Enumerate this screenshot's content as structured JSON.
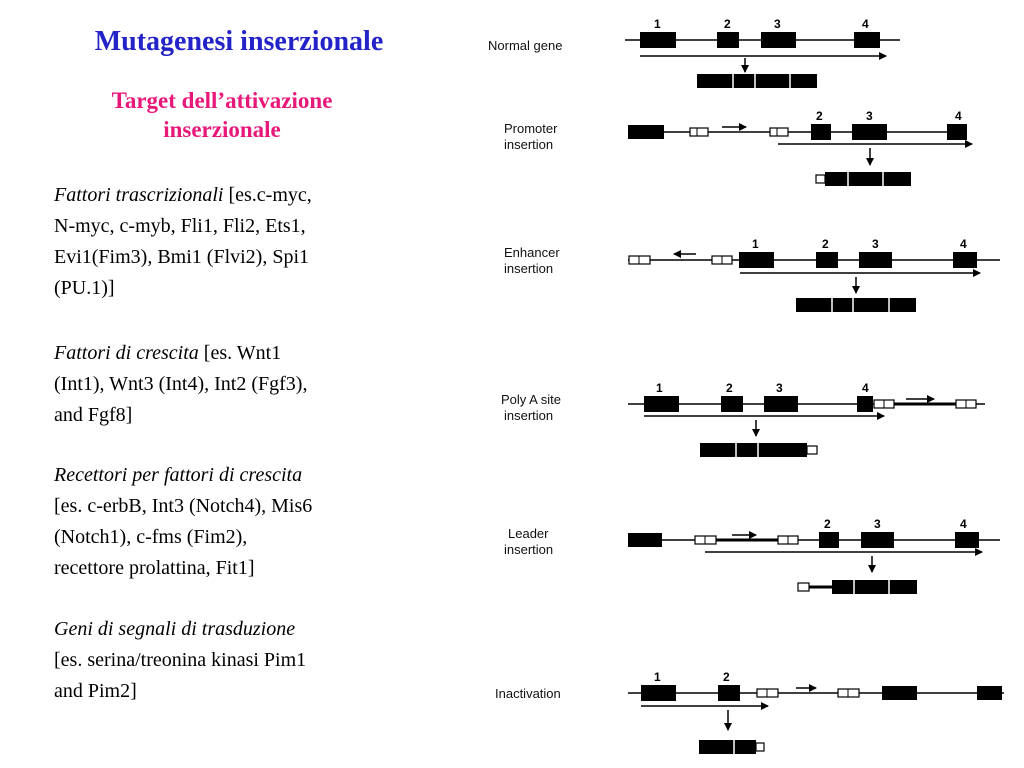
{
  "title": "Mutagenesi inserzionale",
  "subtitle_line1": "Target dell’attivazione",
  "subtitle_line2": "inserzionale",
  "paragraphs": [
    {
      "heading": "Fattori trascrizionali",
      "lines": [
        " [es.c-myc,",
        "N-myc, c-myb, Fli1, Fli2, Ets1,",
        "Evi1(Fim3), Bmi1 (Flvi2), Spi1",
        "(PU.1)]"
      ]
    },
    {
      "heading": "Fattori di crescita",
      "lines": [
        " [es. Wnt1",
        "(Int1), Wnt3 (Int4), Int2 (Fgf3),",
        "and Fgf8]"
      ]
    },
    {
      "heading": "Recettori per fattori di crescita",
      "lines": [
        "[es. c-erbB, Int3 (Notch4), Mis6",
        "(Notch1), c-fms (Fim2),",
        "recettore prolattina, Fit1]"
      ]
    },
    {
      "heading": "Geni di segnali di trasduzione",
      "lines": [
        "[es. serina/treonina kinasi Pim1",
        "and Pim2]"
      ]
    }
  ],
  "diagram": {
    "rows": [
      {
        "label": [
          "Normal gene"
        ],
        "exon_numbers": [
          "1",
          "2",
          "3",
          "4"
        ]
      },
      {
        "label": [
          "Promoter",
          "insertion"
        ],
        "exon_numbers": [
          "2",
          "3",
          "4"
        ]
      },
      {
        "label": [
          "Enhancer",
          "insertion"
        ],
        "exon_numbers": [
          "1",
          "2",
          "3",
          "4"
        ]
      },
      {
        "label": [
          "Poly A site",
          "insertion"
        ],
        "exon_numbers": [
          "1",
          "2",
          "3",
          "4"
        ]
      },
      {
        "label": [
          "Leader",
          "insertion"
        ],
        "exon_numbers": [
          "2",
          "3",
          "4"
        ]
      },
      {
        "label": [
          "Inactivation"
        ],
        "exon_numbers": [
          "1",
          "2"
        ]
      }
    ]
  }
}
